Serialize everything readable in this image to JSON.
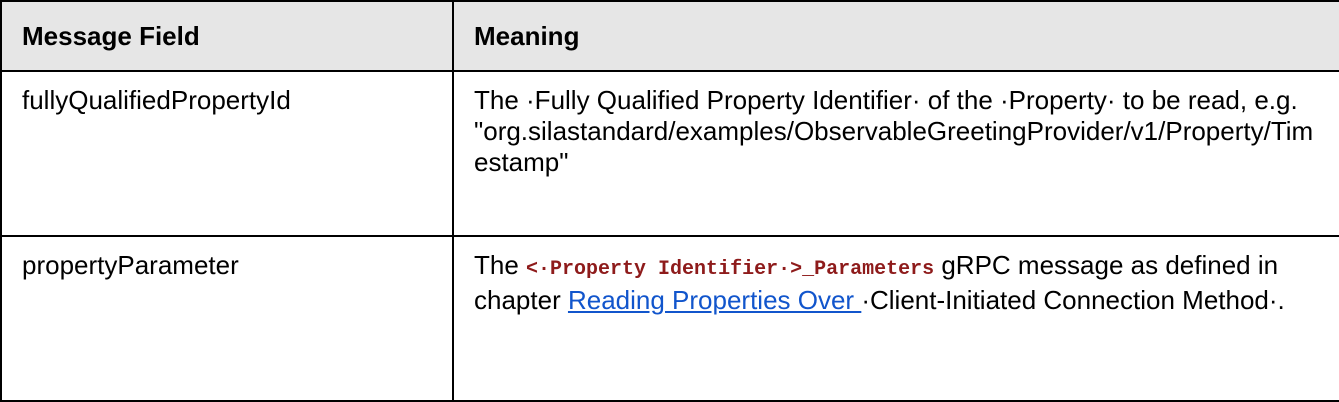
{
  "table": {
    "headers": {
      "field": "Message Field",
      "meaning": "Meaning"
    },
    "rows": [
      {
        "field": "fullyQualifiedPropertyId",
        "meaning_line1": "The ·Fully Qualified Property Identifier· of the ·Property· to be read, e.g.",
        "meaning_line2": "\"org.silastandard/examples/ObservableGreetingProvider/v1/Property/Timestamp\""
      },
      {
        "field": "propertyParameter",
        "meaning_prefix": "The ",
        "meaning_code": "<·Property Identifier·>_Parameters",
        "meaning_middle": " gRPC message as defined in chapter ",
        "meaning_link": "Reading Properties Over ",
        "meaning_suffix": "·Client-Initiated Connection Method·."
      }
    ]
  }
}
